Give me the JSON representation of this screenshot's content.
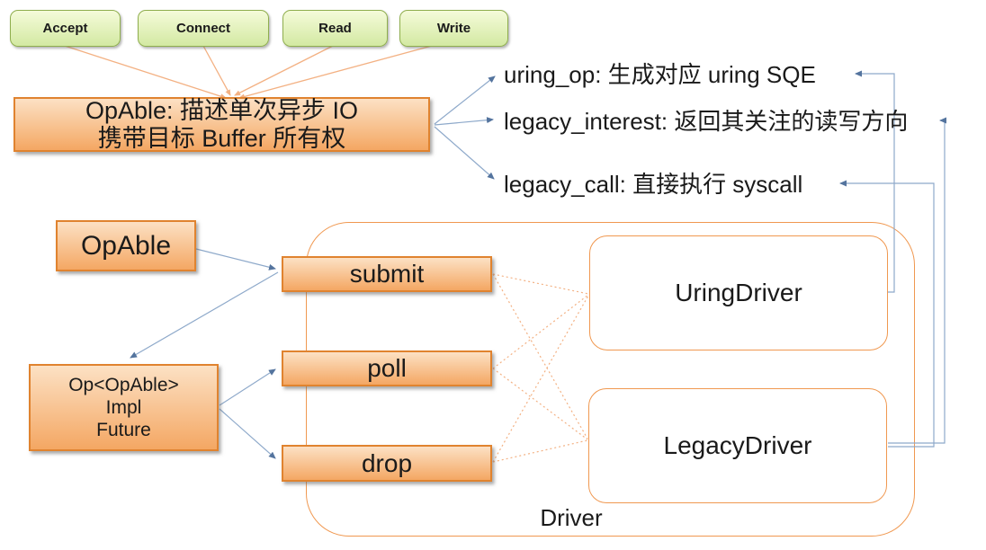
{
  "header_ops": [
    "Accept",
    "Connect",
    "Read",
    "Write"
  ],
  "opable": {
    "line1": "OpAble: 描述单次异步 IO",
    "line2": "携带目标 Buffer 所有权"
  },
  "methods": [
    {
      "name": "uring_op",
      "label": "uring_op: 生成对应 uring SQE"
    },
    {
      "name": "legacy_interest",
      "label": "legacy_interest: 返回其关注的读写方向"
    },
    {
      "name": "legacy_call",
      "label": "legacy_call: 直接执行 syscall"
    }
  ],
  "opable_ref": "OpAble",
  "op_impl": {
    "lines": [
      "Op<OpAble>",
      "Impl",
      "Future"
    ]
  },
  "trait_fns": [
    "submit",
    "poll",
    "drop"
  ],
  "drivers": [
    "UringDriver",
    "LegacyDriver"
  ],
  "driver_label": "Driver",
  "colors": {
    "green-border": "#8fae4e",
    "green-top": "#f5fbda",
    "green-bot": "#d3e9a2",
    "orange-border": "#e0832f",
    "orange-top": "#fce1c4",
    "orange-bot": "#f4a763",
    "driver-border": "#f09850",
    "orange-line": "#f3b183",
    "blue-line": "#8ea9ca",
    "blue-arrow": "#54749e",
    "text": "#1a1a1a"
  }
}
